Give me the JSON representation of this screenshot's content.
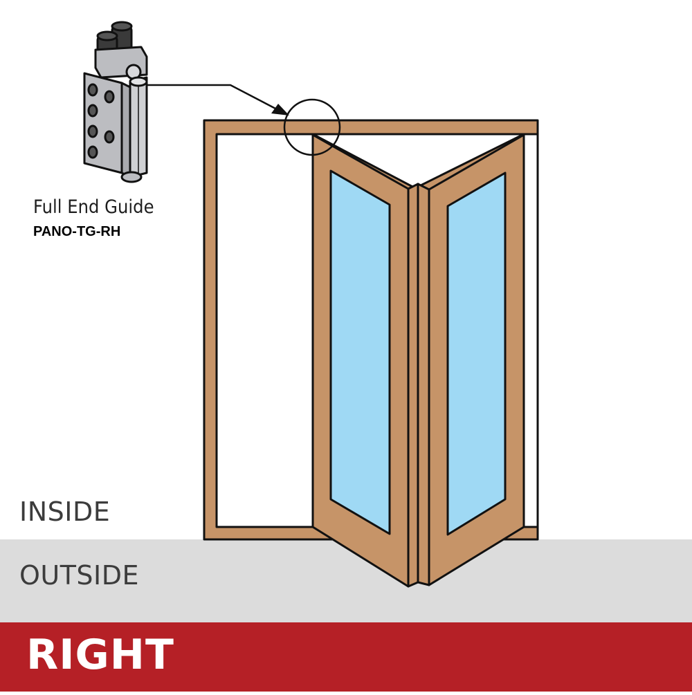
{
  "part": {
    "name": "Full End Guide",
    "code": "PANO-TG-RH"
  },
  "zones": {
    "inside": "INSIDE",
    "outside": "OUTSIDE"
  },
  "hand": "RIGHT",
  "colors": {
    "wood": "#c69468",
    "glass": "#9fd9f4",
    "outline": "#111111",
    "outside_band": "#dcdcdc",
    "hand_banner": "#b52026",
    "hardware_metal": "#bcbdc1"
  },
  "icons": [
    "end-guide-hardware-icon",
    "callout-arrow-icon",
    "callout-circle-icon"
  ]
}
